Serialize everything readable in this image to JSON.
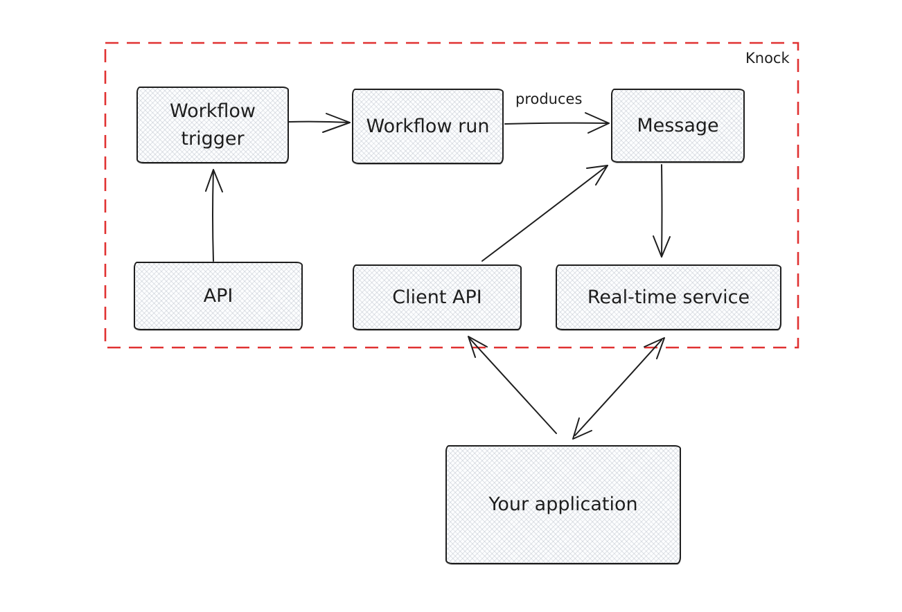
{
  "diagram": {
    "boundary": {
      "label": "Knock"
    },
    "nodes": [
      {
        "id": "workflow-trigger",
        "label": "Workflow trigger"
      },
      {
        "id": "workflow-run",
        "label": "Workflow run"
      },
      {
        "id": "message",
        "label": "Message"
      },
      {
        "id": "api",
        "label": "API"
      },
      {
        "id": "client-api",
        "label": "Client API"
      },
      {
        "id": "real-time-service",
        "label": "Real-time service"
      },
      {
        "id": "your-application",
        "label": "Your application"
      }
    ],
    "edges": [
      {
        "from": "workflow-trigger",
        "to": "workflow-run",
        "label": "",
        "direction": "one-way"
      },
      {
        "from": "workflow-run",
        "to": "message",
        "label": "produces",
        "direction": "one-way"
      },
      {
        "from": "api",
        "to": "workflow-trigger",
        "label": "",
        "direction": "one-way"
      },
      {
        "from": "client-api",
        "to": "message",
        "label": "",
        "direction": "one-way"
      },
      {
        "from": "message",
        "to": "real-time-service",
        "label": "",
        "direction": "one-way"
      },
      {
        "from": "your-application",
        "to": "client-api",
        "label": "",
        "direction": "one-way"
      },
      {
        "from": "your-application",
        "to": "real-time-service",
        "label": "",
        "direction": "two-way"
      }
    ],
    "colors": {
      "boundary_stroke": "#e03131",
      "shape_stroke": "#1e1e1e",
      "shape_fill": "#f6f7f9",
      "text": "#1e1e1e"
    }
  }
}
